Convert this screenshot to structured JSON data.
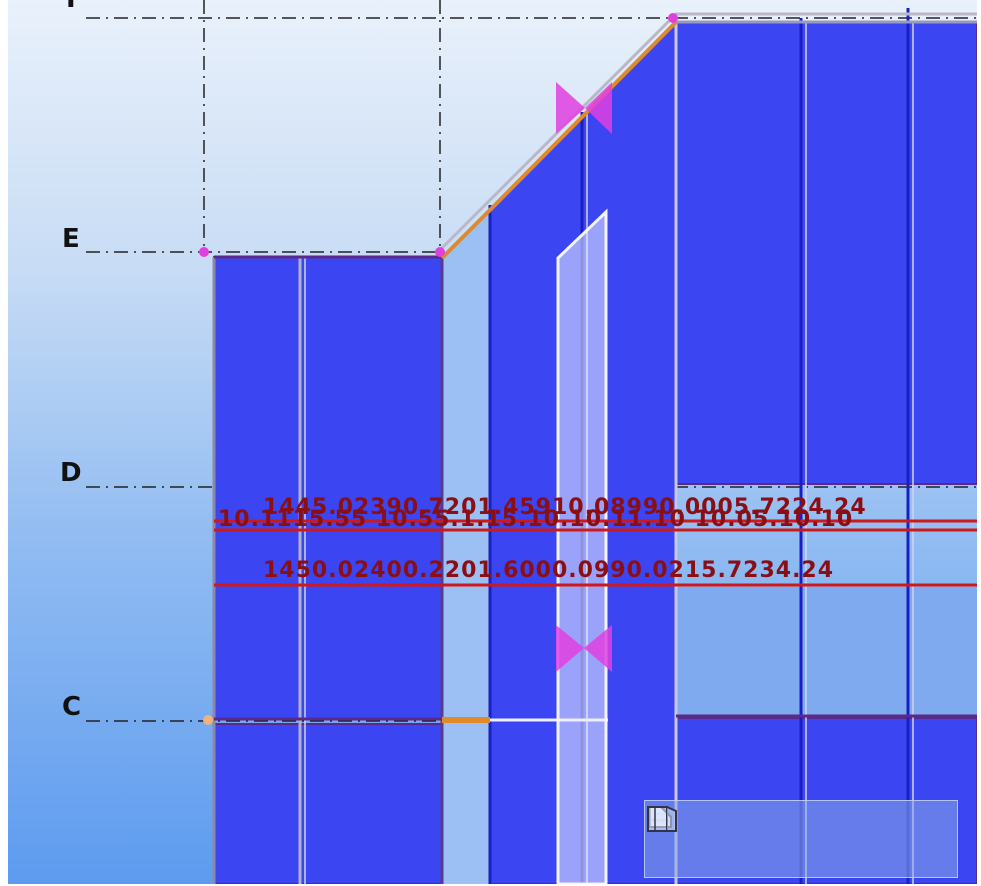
{
  "grid_axes": {
    "top": "I",
    "e": "E",
    "d": "D",
    "c": "C"
  },
  "dimension_rows": {
    "upper_overlap_line1": "1445.02390.7201.45910.08990.0005.7224.24",
    "upper_overlap_line2": "10.1115.55  10.55.1.15.10.10.11.10  10.05.10.10",
    "lower": "1450.02400.2201.6000.0990.0215.7234.24"
  },
  "toolbar": {
    "icons": [
      "view-front-icon",
      "view-plan-icon",
      "view-dimension-icon",
      "view-side-icon",
      "view-back-icon",
      "view-3d-icon"
    ]
  },
  "colors": {
    "panel_fill": "#3b46f2",
    "member_line": "#1a1fc4",
    "dimension_text": "#8a0f14",
    "dimension_line": "#d01818",
    "marker_magenta": "#e040e0",
    "edge_orange": "#e08a2a"
  }
}
